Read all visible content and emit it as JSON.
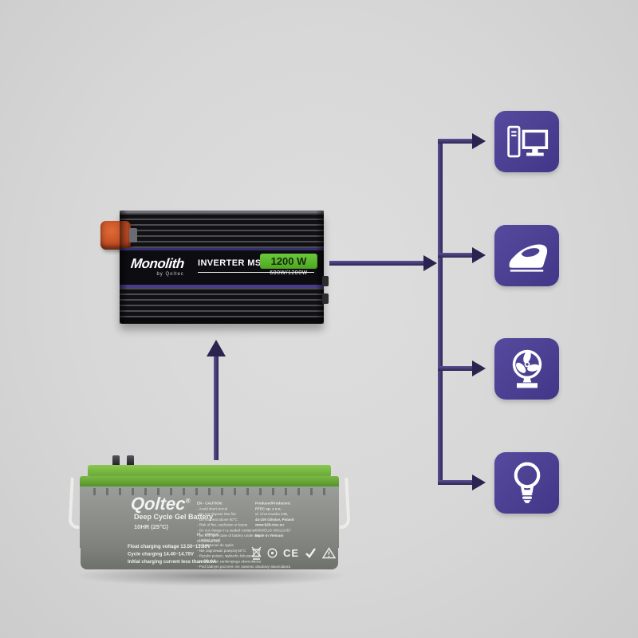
{
  "colors": {
    "background": "#d7d7d7",
    "tile_indigo": "#4a3e95",
    "arrow_indigo": "#2b2450",
    "badge_green": "#5bbb2e",
    "battery_green": "#6fb03c",
    "inverter_black": "#131316",
    "terminal_orange": "#c6512a"
  },
  "inverter": {
    "brand": "Monolith",
    "brand_sub": "by Qoltec",
    "model": "INVERTER MS WAVE",
    "badge": "1200 W",
    "rating": "600W/1200W"
  },
  "battery": {
    "brand": "Qoltec",
    "reg_mark": "®",
    "name": "Deep Cycle Gel Battery",
    "spec": "10HR (25°C)",
    "charging": {
      "l0": "Float charging voltage 13.50~13.80V",
      "l1": "Cycle charging  14.40~14.70V",
      "l2": "Initial charging current less than 60.0A"
    },
    "caution_en": {
      "title": "EN - CAUTION:",
      "l0": "- Avoid short circuit",
      "l1": "- Do not dispose into fire",
      "l2": "- Do not heat above 50°C",
      "l3": "- Risk of fire, explosion or burns",
      "l4": "- Do not charge in a sealed container",
      "l5": "- Do not open case of battery under any",
      "l6": "circumstances"
    },
    "caution_pl": {
      "title": "PL - UWAGA:",
      "l0": "- Unikać zwarć",
      "l1": "- Nie wrzucać do ognia",
      "l2": "- Nie nagrzewać powyżej 50°C",
      "l3": "- Ryzyko pożaru, wybuchu lub poparzeń",
      "l4": "- Nie ładować zamkniętego akumulatora",
      "l5": "- Pod żadnym pozorem nie otwierać obudowy akumulatora"
    },
    "producer": {
      "l0": "Producer/Producent:",
      "l1": "RTEC sp. z o.o.",
      "l2": "ul. Chorzowska 44B,",
      "l3": "44-100 Gliwice, Poland",
      "l4": "www.b2b-rtec.eu",
      "l5": "0050/EUO 000121457",
      "l6": "Made in Vietnam"
    },
    "ce_mark": "CE"
  },
  "devices": {
    "icon_names": [
      "desktop-computer",
      "clothes-iron",
      "table-fan",
      "light-bulb"
    ]
  }
}
